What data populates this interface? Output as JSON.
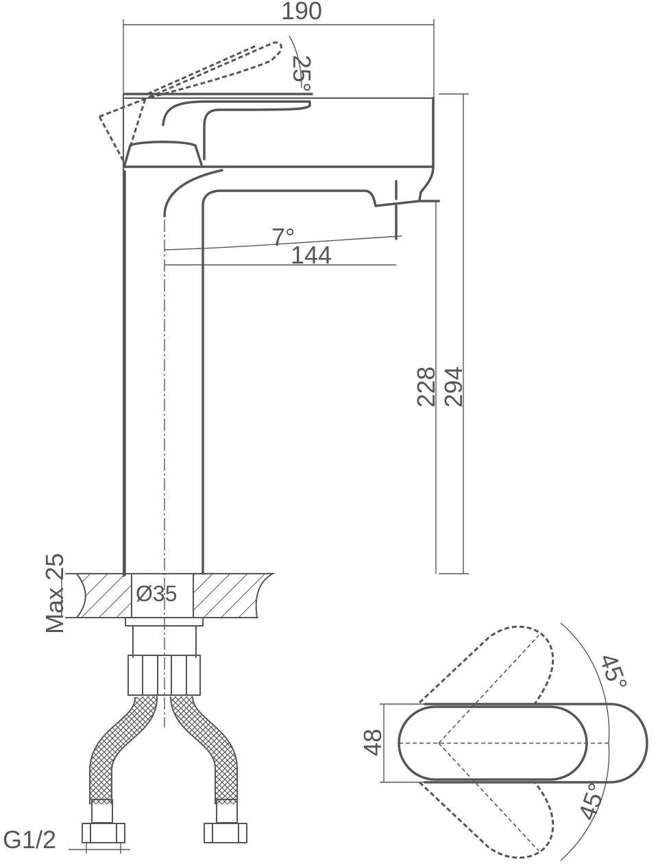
{
  "dimensions": {
    "width_total": "190",
    "lever_angle": "25°",
    "spout_angle": "7°",
    "spout_reach": "144",
    "spout_height": "228",
    "total_height": "294",
    "max_deck": "Max 25",
    "hole_diameter": "Ø35",
    "thread": "G1/2",
    "handle_width": "48",
    "rotation_upper": "45°",
    "rotation_lower": "45°"
  }
}
